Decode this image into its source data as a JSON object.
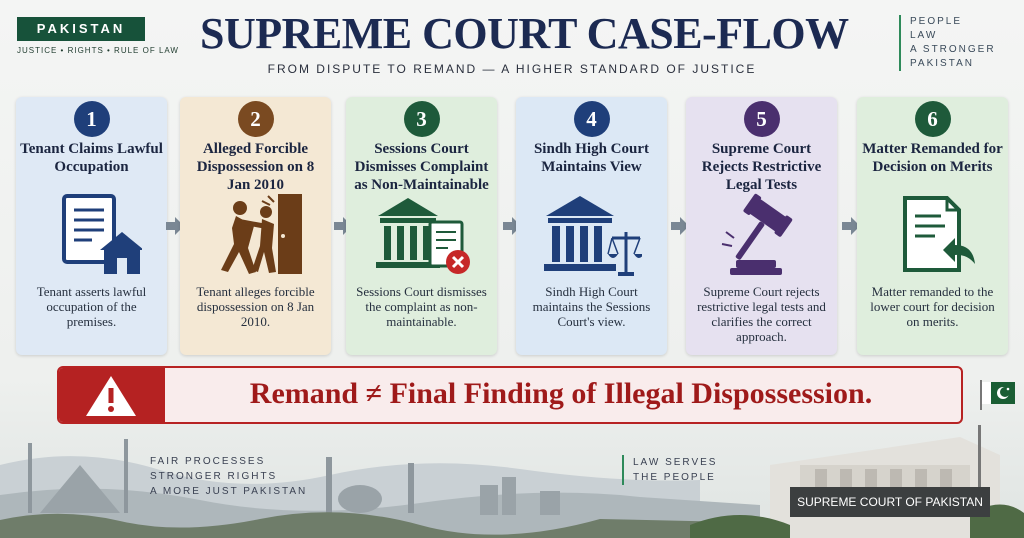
{
  "header": {
    "badge": "PAKISTAN",
    "badge_sub": "JUSTICE  •  RIGHTS  •  RULE OF LAW",
    "title": "SUPREME COURT CASE-FLOW",
    "subtitle": "FROM DISPUTE TO REMAND — A HIGHER STANDARD OF JUSTICE",
    "tagline": [
      "PEOPLE",
      "LAW",
      "A STRONGER",
      "PAKISTAN"
    ]
  },
  "steps": [
    {
      "number": "1",
      "title": "Tenant Claims Lawful Occupation",
      "description": "Tenant asserts lawful occupation of the premises.",
      "icon": "document-house-icon",
      "color": "#1f3f7a",
      "bg": "#dde8f5"
    },
    {
      "number": "2",
      "title": "Alleged Forcible Dispossession on 8 Jan 2010",
      "description": "Tenant alleges forcible dispossession on 8 Jan 2010.",
      "icon": "pushing-figures-door-icon",
      "color": "#7a4a21",
      "bg": "#f4e8d4"
    },
    {
      "number": "3",
      "title": "Sessions Court Dismisses Complaint as Non-Maintainable",
      "description": "Sessions Court dismisses the complaint as non-maintainable.",
      "icon": "courthouse-rejected-document-icon",
      "color": "#1e5a3a",
      "bg": "#dfeedd"
    },
    {
      "number": "4",
      "title": "Sindh High Court Maintains View",
      "description": "Sindh High Court maintains the Sessions Court's view.",
      "icon": "courthouse-scales-icon",
      "color": "#1f3f7a",
      "bg": "#dce8f5"
    },
    {
      "number": "5",
      "title": "Supreme Court Rejects Restrictive Legal Tests",
      "description": "Supreme Court rejects restrictive legal tests and clarifies the correct approach.",
      "icon": "gavel-icon",
      "color": "#4a2f6e",
      "bg": "#e6e1f0"
    },
    {
      "number": "6",
      "title": "Matter Remanded for Decision on Merits",
      "description": "Matter remanded to the lower court for decision on merits.",
      "icon": "document-return-arrow-icon",
      "color": "#1e5a3a",
      "bg": "#dfeedd"
    }
  ],
  "callout": {
    "icon": "warning-triangle-icon",
    "text": "Remand ≠ Final Finding of Illegal Dispossession."
  },
  "footer": {
    "motto_left": [
      "FAIR PROCESSES",
      "STRONGER RIGHTS",
      "A MORE JUST PAKISTAN"
    ],
    "motto_right": [
      "LAW SERVES",
      "THE PEOPLE"
    ],
    "plaque": "SUPREME COURT OF PAKISTAN"
  }
}
